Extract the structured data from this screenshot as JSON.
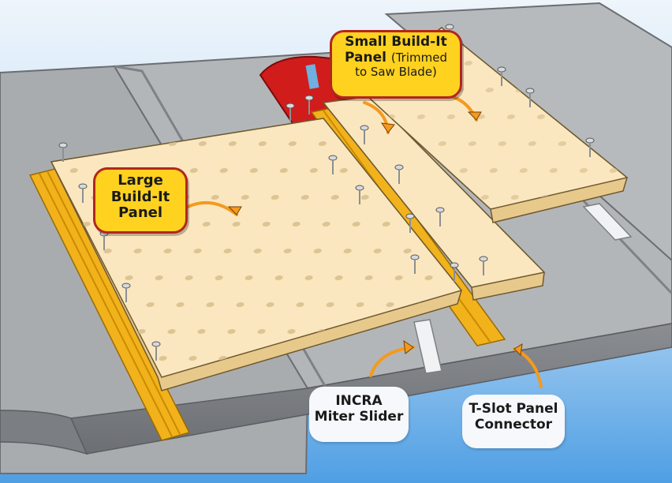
{
  "callouts": {
    "large_panel": {
      "line1": "Large",
      "line2": "Build-It",
      "line3": "Panel"
    },
    "small_panel": {
      "line1": "Small Build-It",
      "line2_bold": "Panel",
      "line2_note": "(Trimmed",
      "line3": "to Saw Blade)"
    },
    "miter_slider": {
      "line1": "INCRA",
      "line2": "Miter Slider"
    },
    "tslot": {
      "line1": "T-Slot Panel",
      "line2": "Connector"
    }
  },
  "colors": {
    "sky_top": "#eaf3fb",
    "sky_bottom": "#5aa6e6",
    "table_top": "#a9acaf",
    "table_edge": "#7d8084",
    "panel_face": "#fbe7bf",
    "panel_edge": "#e8c98c",
    "tslot": "#f2b21c",
    "blade_insert": "#d11c1c",
    "arrow": "#f39a1f",
    "callout_fill": "#ffd21f",
    "callout_border": "#b3261e"
  }
}
